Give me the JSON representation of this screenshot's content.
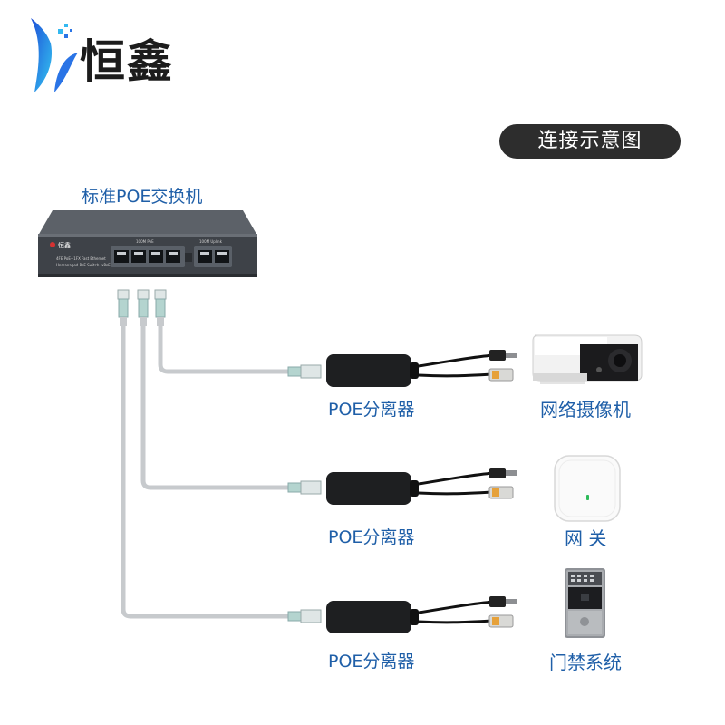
{
  "brand": {
    "name": "恒鑫"
  },
  "badge": {
    "text": "连接示意图"
  },
  "switch": {
    "label": "标准POE交换机",
    "brand_small": "恒鑫",
    "line1": "4FE PoE+1FX Fast Ethernet",
    "line2": "Unmanaged PoE Switch (xPoE)",
    "poe_group": "100M PoE",
    "uplink_group": "100M Uplink"
  },
  "rows": [
    {
      "splitter_label": "POE分离器",
      "device_label": "网络摄像机",
      "device_icon": "camera-icon"
    },
    {
      "splitter_label": "POE分离器",
      "device_label": "网 关",
      "device_icon": "gateway-icon"
    },
    {
      "splitter_label": "POE分离器",
      "device_label": "门禁系统",
      "device_icon": "access-control-icon"
    }
  ]
}
